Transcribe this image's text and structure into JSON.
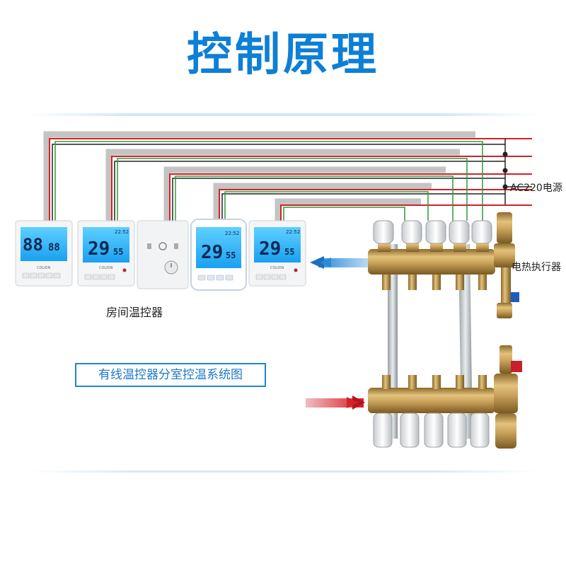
{
  "title": "控制原理",
  "labels": {
    "power": "AC220电源",
    "actuator": "电热执行器",
    "thermostat": "房间温控器",
    "caption": "有线温控器分室控温系统图"
  },
  "thermostats": [
    {
      "style": "blue",
      "big": "88",
      "small": "88",
      "brand": "COLION"
    },
    {
      "style": "white-lcd",
      "big": "29",
      "small": "55",
      "time": "22:52",
      "brand": "COLION"
    },
    {
      "style": "dial"
    },
    {
      "style": "white-lcd",
      "big": "29",
      "small": "55",
      "time": "22:52",
      "brand": ""
    },
    {
      "style": "white-lcd",
      "big": "29",
      "small": "55",
      "time": "22:52",
      "brand": "COLION"
    }
  ],
  "colors": {
    "title": "#0d7fd6",
    "wire_red": "#d42027",
    "wire_green": "#2f9a3a",
    "wire_gray": "#b9b9b9",
    "wire_black": "#222222",
    "brass": "#b8924a",
    "return_arrow": "#2a8ad8",
    "supply_arrow": "#d42027"
  }
}
